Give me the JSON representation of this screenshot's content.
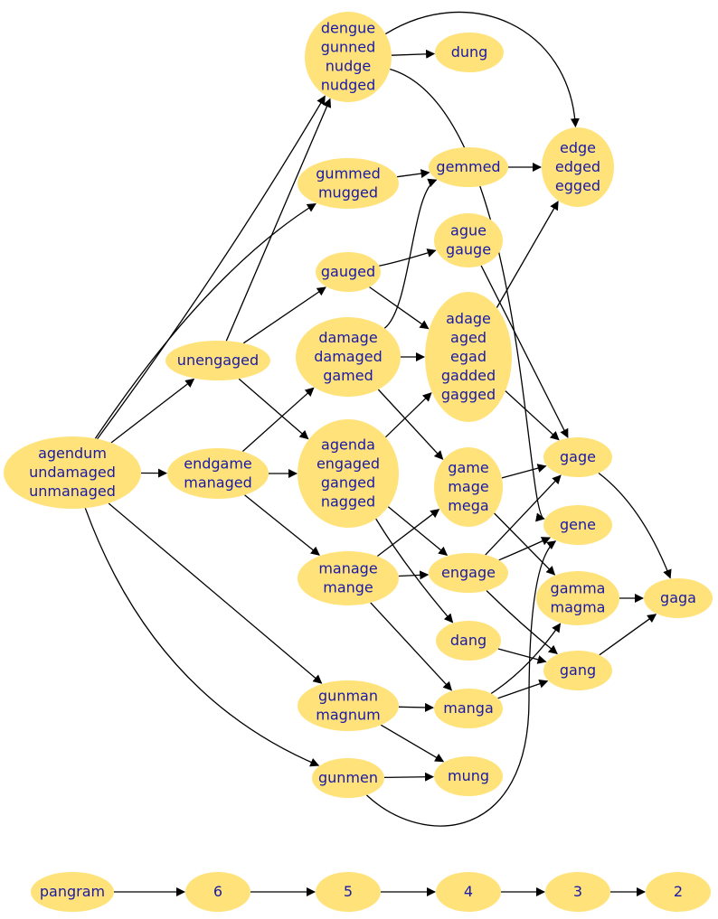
{
  "nodes": [
    {
      "id": "dengue_grp",
      "lines": [
        "dengue",
        "gunned",
        "nudge",
        "nudged"
      ]
    },
    {
      "id": "dung",
      "lines": [
        "dung"
      ]
    },
    {
      "id": "edge_grp",
      "lines": [
        "edge",
        "edged",
        "egged"
      ]
    },
    {
      "id": "gummed_grp",
      "lines": [
        "gummed",
        "mugged"
      ]
    },
    {
      "id": "gemmed",
      "lines": [
        "gemmed"
      ]
    },
    {
      "id": "ague_grp",
      "lines": [
        "ague",
        "gauge"
      ]
    },
    {
      "id": "gauged",
      "lines": [
        "gauged"
      ]
    },
    {
      "id": "adage_grp",
      "lines": [
        "adage",
        "aged",
        "egad",
        "gadded",
        "gagged"
      ]
    },
    {
      "id": "damage_grp",
      "lines": [
        "damage",
        "damaged",
        "gamed"
      ]
    },
    {
      "id": "unengaged",
      "lines": [
        "unengaged"
      ]
    },
    {
      "id": "agendum_grp",
      "lines": [
        "agendum",
        "undamaged",
        "unmanaged"
      ]
    },
    {
      "id": "endgame_grp",
      "lines": [
        "endgame",
        "managed"
      ]
    },
    {
      "id": "agenda_grp",
      "lines": [
        "agenda",
        "engaged",
        "ganged",
        "nagged"
      ]
    },
    {
      "id": "game_grp",
      "lines": [
        "game",
        "mage",
        "mega"
      ]
    },
    {
      "id": "gage",
      "lines": [
        "gage"
      ]
    },
    {
      "id": "gene",
      "lines": [
        "gene"
      ]
    },
    {
      "id": "manage_grp",
      "lines": [
        "manage",
        "mange"
      ]
    },
    {
      "id": "engage",
      "lines": [
        "engage"
      ]
    },
    {
      "id": "gamma_grp",
      "lines": [
        "gamma",
        "magma"
      ]
    },
    {
      "id": "gaga",
      "lines": [
        "gaga"
      ]
    },
    {
      "id": "dang",
      "lines": [
        "dang"
      ]
    },
    {
      "id": "gang",
      "lines": [
        "gang"
      ]
    },
    {
      "id": "gunman_grp",
      "lines": [
        "gunman",
        "magnum"
      ]
    },
    {
      "id": "manga",
      "lines": [
        "manga"
      ]
    },
    {
      "id": "gunmen",
      "lines": [
        "gunmen"
      ]
    },
    {
      "id": "mung",
      "lines": [
        "mung"
      ]
    },
    {
      "id": "pangram",
      "lines": [
        "pangram"
      ]
    },
    {
      "id": "n6",
      "lines": [
        "6"
      ]
    },
    {
      "id": "n5",
      "lines": [
        "5"
      ]
    },
    {
      "id": "n4",
      "lines": [
        "4"
      ]
    },
    {
      "id": "n3",
      "lines": [
        "3"
      ]
    },
    {
      "id": "n2",
      "lines": [
        "2"
      ]
    }
  ],
  "edges": [
    {
      "from": "agendum_grp",
      "to": "dengue_grp"
    },
    {
      "from": "agendum_grp",
      "to": "gummed_grp"
    },
    {
      "from": "agendum_grp",
      "to": "unengaged"
    },
    {
      "from": "agendum_grp",
      "to": "endgame_grp"
    },
    {
      "from": "agendum_grp",
      "to": "gunman_grp"
    },
    {
      "from": "agendum_grp",
      "to": "gunmen"
    },
    {
      "from": "unengaged",
      "to": "dengue_grp"
    },
    {
      "from": "unengaged",
      "to": "gauged"
    },
    {
      "from": "unengaged",
      "to": "agenda_grp"
    },
    {
      "from": "endgame_grp",
      "to": "damage_grp"
    },
    {
      "from": "endgame_grp",
      "to": "agenda_grp"
    },
    {
      "from": "endgame_grp",
      "to": "manage_grp"
    },
    {
      "from": "dengue_grp",
      "to": "dung"
    },
    {
      "from": "dengue_grp",
      "to": "edge_grp"
    },
    {
      "from": "dengue_grp",
      "to": "gene"
    },
    {
      "from": "gummed_grp",
      "to": "gemmed"
    },
    {
      "from": "gemmed",
      "to": "edge_grp"
    },
    {
      "from": "gauged",
      "to": "ague_grp"
    },
    {
      "from": "gauged",
      "to": "adage_grp"
    },
    {
      "from": "damage_grp",
      "to": "gemmed"
    },
    {
      "from": "damage_grp",
      "to": "adage_grp"
    },
    {
      "from": "damage_grp",
      "to": "game_grp"
    },
    {
      "from": "ague_grp",
      "to": "gage"
    },
    {
      "from": "adage_grp",
      "to": "edge_grp"
    },
    {
      "from": "adage_grp",
      "to": "gage"
    },
    {
      "from": "agenda_grp",
      "to": "adage_grp"
    },
    {
      "from": "agenda_grp",
      "to": "engage"
    },
    {
      "from": "agenda_grp",
      "to": "dang"
    },
    {
      "from": "manage_grp",
      "to": "game_grp"
    },
    {
      "from": "manage_grp",
      "to": "engage"
    },
    {
      "from": "manage_grp",
      "to": "manga"
    },
    {
      "from": "game_grp",
      "to": "gage"
    },
    {
      "from": "game_grp",
      "to": "gamma_grp"
    },
    {
      "from": "engage",
      "to": "gage"
    },
    {
      "from": "engage",
      "to": "gene"
    },
    {
      "from": "engage",
      "to": "gang"
    },
    {
      "from": "gage",
      "to": "gaga"
    },
    {
      "from": "gamma_grp",
      "to": "gaga"
    },
    {
      "from": "gang",
      "to": "gaga"
    },
    {
      "from": "dang",
      "to": "gang"
    },
    {
      "from": "manga",
      "to": "gang"
    },
    {
      "from": "manga",
      "to": "gamma_grp"
    },
    {
      "from": "gunman_grp",
      "to": "manga"
    },
    {
      "from": "gunman_grp",
      "to": "mung"
    },
    {
      "from": "gunmen",
      "to": "mung"
    },
    {
      "from": "gunmen",
      "to": "gene"
    },
    {
      "from": "pangram",
      "to": "n6"
    },
    {
      "from": "n6",
      "to": "n5"
    },
    {
      "from": "n5",
      "to": "n4"
    },
    {
      "from": "n4",
      "to": "n3"
    },
    {
      "from": "n3",
      "to": "n2"
    }
  ]
}
